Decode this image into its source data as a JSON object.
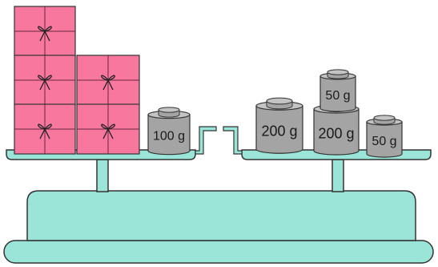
{
  "colors": {
    "scale": "#9be5d8",
    "gift": "#f7779f",
    "weight_side": "#a4a4a4",
    "weight_top": "#c4c4c4",
    "outline": "#333333"
  },
  "left_pan": {
    "gift_count": 5,
    "weights": [
      {
        "label": "100 g"
      }
    ]
  },
  "right_pan": {
    "weights": [
      {
        "label": "200 g"
      },
      {
        "label": "200 g"
      },
      {
        "label": "50 g"
      },
      {
        "label": "50 g"
      }
    ]
  }
}
